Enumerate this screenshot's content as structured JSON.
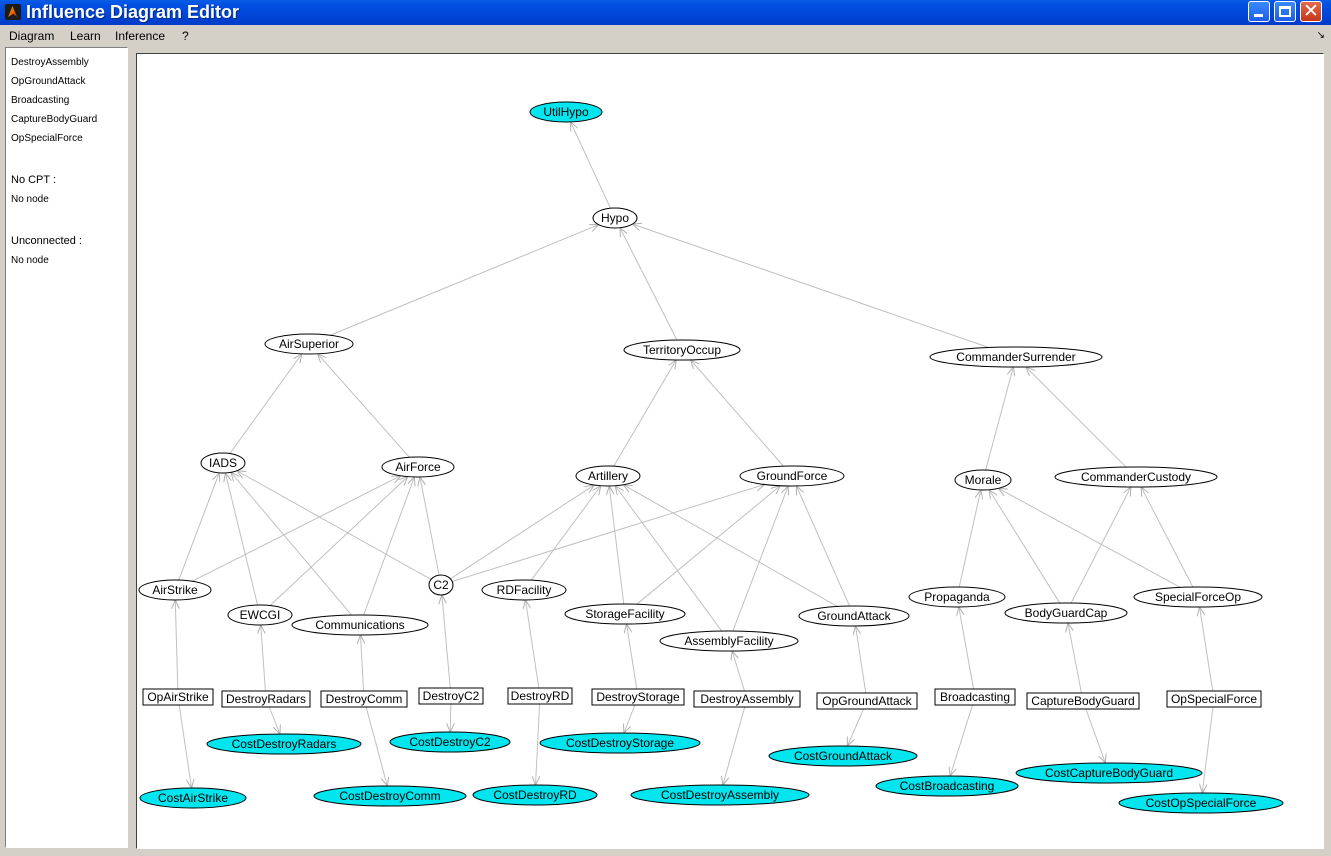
{
  "window": {
    "title": "Influence Diagram Editor"
  },
  "menu": {
    "items": [
      "Diagram",
      "Learn",
      "Inference",
      "?"
    ]
  },
  "side_panel": {
    "decision_list": [
      "DestroyAssembly",
      "OpGroundAttack",
      "Broadcasting",
      "CaptureBodyGuard",
      "OpSpecialForce"
    ],
    "no_cpt_label": "No CPT :",
    "no_cpt_value": "No node",
    "unconnected_label": "Unconnected :",
    "unconnected_value": "No node"
  },
  "colors": {
    "utility_fill": "#00e5ee",
    "chance_fill": "#ffffff",
    "decision_fill": "#ffffff",
    "edge": "#c0c0c0"
  },
  "diagram": {
    "nodes": [
      {
        "id": "UtilHypo",
        "kind": "utility"
      },
      {
        "id": "Hypo",
        "kind": "chance"
      },
      {
        "id": "AirSuperior",
        "kind": "chance"
      },
      {
        "id": "TerritoryOccup",
        "kind": "chance"
      },
      {
        "id": "CommanderSurrender",
        "kind": "chance"
      },
      {
        "id": "IADS",
        "kind": "chance"
      },
      {
        "id": "AirForce",
        "kind": "chance"
      },
      {
        "id": "Artillery",
        "kind": "chance"
      },
      {
        "id": "GroundForce",
        "kind": "chance"
      },
      {
        "id": "Morale",
        "kind": "chance"
      },
      {
        "id": "CommanderCustody",
        "kind": "chance"
      },
      {
        "id": "AirStrike",
        "kind": "chance"
      },
      {
        "id": "EWCGI",
        "kind": "chance"
      },
      {
        "id": "Communications",
        "kind": "chance"
      },
      {
        "id": "C2",
        "kind": "chance"
      },
      {
        "id": "RDFacility",
        "kind": "chance"
      },
      {
        "id": "StorageFacility",
        "kind": "chance"
      },
      {
        "id": "AssemblyFacility",
        "kind": "chance"
      },
      {
        "id": "GroundAttack",
        "kind": "chance"
      },
      {
        "id": "Propaganda",
        "kind": "chance"
      },
      {
        "id": "BodyGuardCap",
        "kind": "chance"
      },
      {
        "id": "SpecialForceOp",
        "kind": "chance"
      },
      {
        "id": "OpAirStrike",
        "kind": "decision"
      },
      {
        "id": "DestroyRadars",
        "kind": "decision"
      },
      {
        "id": "DestroyComm",
        "kind": "decision"
      },
      {
        "id": "DestroyC2",
        "kind": "decision"
      },
      {
        "id": "DestroyRD",
        "kind": "decision"
      },
      {
        "id": "DestroyStorage",
        "kind": "decision"
      },
      {
        "id": "DestroyAssembly",
        "kind": "decision"
      },
      {
        "id": "OpGroundAttack",
        "kind": "decision"
      },
      {
        "id": "Broadcasting",
        "kind": "decision"
      },
      {
        "id": "CaptureBodyGuard",
        "kind": "decision"
      },
      {
        "id": "OpSpecialForce",
        "kind": "decision"
      },
      {
        "id": "CostDestroyRadars",
        "kind": "utility"
      },
      {
        "id": "CostDestroyC2",
        "kind": "utility"
      },
      {
        "id": "CostDestroyStorage",
        "kind": "utility"
      },
      {
        "id": "CostGroundAttack",
        "kind": "utility"
      },
      {
        "id": "CostCaptureBodyGuard",
        "kind": "utility"
      },
      {
        "id": "CostAirStrike",
        "kind": "utility"
      },
      {
        "id": "CostDestroyComm",
        "kind": "utility"
      },
      {
        "id": "CostDestroyRD",
        "kind": "utility"
      },
      {
        "id": "CostDestroyAssembly",
        "kind": "utility"
      },
      {
        "id": "CostBroadcasting",
        "kind": "utility"
      },
      {
        "id": "CostOpSpecialForce",
        "kind": "utility"
      }
    ],
    "edges": [
      [
        "Hypo",
        "UtilHypo"
      ],
      [
        "AirSuperior",
        "Hypo"
      ],
      [
        "TerritoryOccup",
        "Hypo"
      ],
      [
        "CommanderSurrender",
        "Hypo"
      ],
      [
        "IADS",
        "AirSuperior"
      ],
      [
        "AirForce",
        "AirSuperior"
      ],
      [
        "Artillery",
        "TerritoryOccup"
      ],
      [
        "GroundForce",
        "TerritoryOccup"
      ],
      [
        "Morale",
        "CommanderSurrender"
      ],
      [
        "CommanderCustody",
        "CommanderSurrender"
      ],
      [
        "AirStrike",
        "IADS"
      ],
      [
        "EWCGI",
        "IADS"
      ],
      [
        "Communications",
        "IADS"
      ],
      [
        "C2",
        "IADS"
      ],
      [
        "AirStrike",
        "AirForce"
      ],
      [
        "EWCGI",
        "AirForce"
      ],
      [
        "Communications",
        "AirForce"
      ],
      [
        "C2",
        "AirForce"
      ],
      [
        "C2",
        "Artillery"
      ],
      [
        "RDFacility",
        "Artillery"
      ],
      [
        "StorageFacility",
        "Artillery"
      ],
      [
        "AssemblyFacility",
        "Artillery"
      ],
      [
        "GroundAttack",
        "Artillery"
      ],
      [
        "C2",
        "GroundForce"
      ],
      [
        "StorageFacility",
        "GroundForce"
      ],
      [
        "AssemblyFacility",
        "GroundForce"
      ],
      [
        "GroundAttack",
        "GroundForce"
      ],
      [
        "Propaganda",
        "Morale"
      ],
      [
        "BodyGuardCap",
        "Morale"
      ],
      [
        "SpecialForceOp",
        "Morale"
      ],
      [
        "BodyGuardCap",
        "CommanderCustody"
      ],
      [
        "SpecialForceOp",
        "CommanderCustody"
      ],
      [
        "OpAirStrike",
        "AirStrike"
      ],
      [
        "DestroyRadars",
        "EWCGI"
      ],
      [
        "DestroyComm",
        "Communications"
      ],
      [
        "DestroyC2",
        "C2"
      ],
      [
        "DestroyRD",
        "RDFacility"
      ],
      [
        "DestroyStorage",
        "StorageFacility"
      ],
      [
        "DestroyAssembly",
        "AssemblyFacility"
      ],
      [
        "OpGroundAttack",
        "GroundAttack"
      ],
      [
        "Broadcasting",
        "Propaganda"
      ],
      [
        "CaptureBodyGuard",
        "BodyGuardCap"
      ],
      [
        "OpSpecialForce",
        "SpecialForceOp"
      ],
      [
        "OpAirStrike",
        "CostAirStrike"
      ],
      [
        "DestroyRadars",
        "CostDestroyRadars"
      ],
      [
        "DestroyComm",
        "CostDestroyComm"
      ],
      [
        "DestroyC2",
        "CostDestroyC2"
      ],
      [
        "DestroyRD",
        "CostDestroyRD"
      ],
      [
        "DestroyStorage",
        "CostDestroyStorage"
      ],
      [
        "DestroyAssembly",
        "CostDestroyAssembly"
      ],
      [
        "OpGroundAttack",
        "CostGroundAttack"
      ],
      [
        "Broadcasting",
        "CostBroadcasting"
      ],
      [
        "CaptureBodyGuard",
        "CostCaptureBodyGuard"
      ],
      [
        "OpSpecialForce",
        "CostOpSpecialForce"
      ]
    ]
  }
}
